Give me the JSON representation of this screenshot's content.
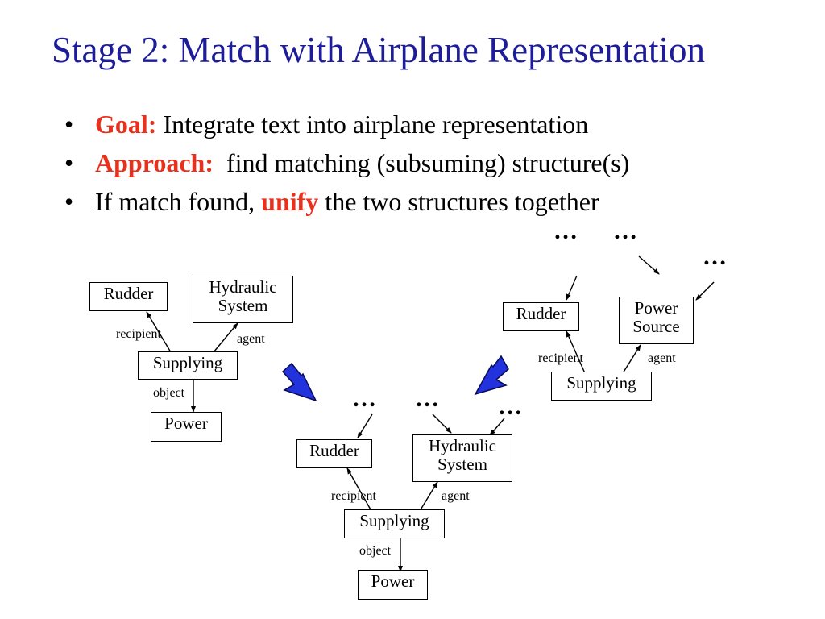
{
  "title": "Stage 2: Match with Airplane Representation",
  "bullets": [
    {
      "marker": "•",
      "key": "Goal:",
      "text": " Integrate text into airplane representation"
    },
    {
      "marker": "•",
      "key": "Approach:",
      "text": "  find matching (subsuming) structure(s)"
    },
    {
      "marker": "•",
      "before": "If match found, ",
      "key": "unify",
      "after": " the two structures together"
    }
  ],
  "left_graph": {
    "rudder": "Rudder",
    "hydraulic": "Hydraulic\nSystem",
    "supplying": "Supplying",
    "power": "Power",
    "recipient": "recipient",
    "agent": "agent",
    "object": "object"
  },
  "center_graph": {
    "rudder": "Rudder",
    "hydraulic": "Hydraulic\nSystem",
    "supplying": "Supplying",
    "power": "Power",
    "recipient": "recipient",
    "agent": "agent",
    "object": "object",
    "ellipsis": "…"
  },
  "right_graph": {
    "rudder": "Rudder",
    "power_source": "Power\nSource",
    "supplying": "Supplying",
    "recipient": "recipient",
    "agent": "agent",
    "ellipsis": "…"
  },
  "colors": {
    "title": "#1d1d99",
    "keyword": "#e8301d",
    "arrow_fill": "#2233dd"
  }
}
